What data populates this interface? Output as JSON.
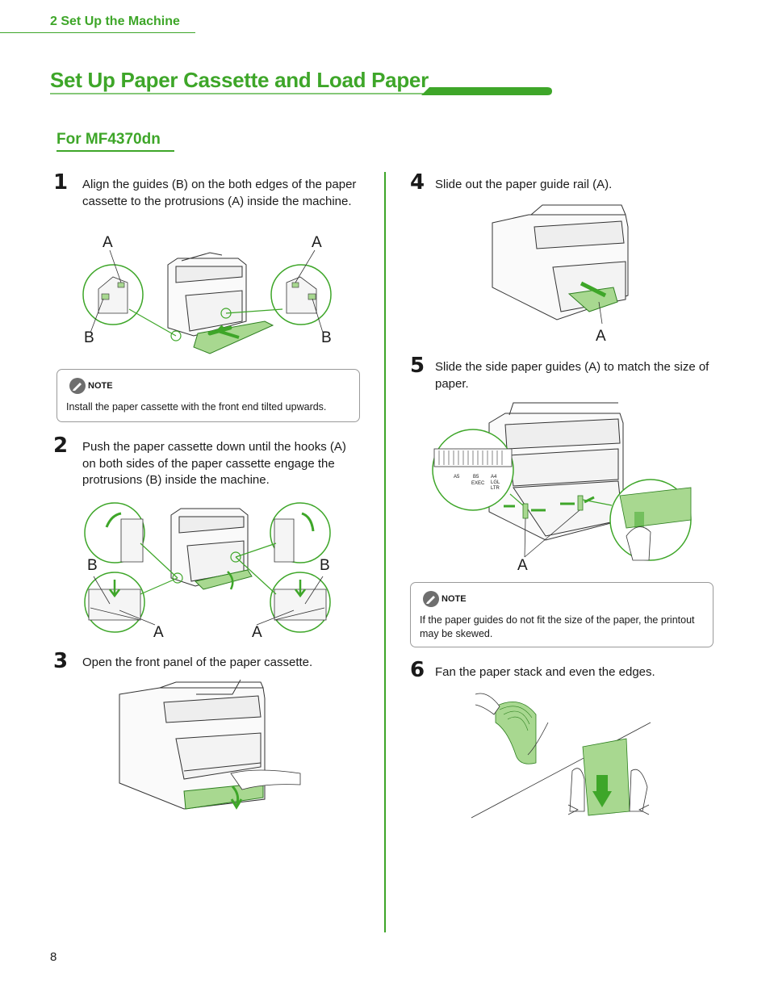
{
  "header": {
    "chapter": "2 Set Up the Machine"
  },
  "title": "Set Up Paper Cassette and Load Paper",
  "subtitle": "For MF4370dn",
  "steps": [
    {
      "num": "1",
      "text": "Align the guides (B) on the both edges of the paper cassette to the protrusions (A) inside the machine."
    },
    {
      "num": "2",
      "text": "Push the paper cassette down until the hooks (A) on both sides of the paper cassette engage the protrusions (B) inside the machine."
    },
    {
      "num": "3",
      "text": "Open the front panel of the paper cassette."
    },
    {
      "num": "4",
      "text": "Slide out the paper guide rail (A)."
    },
    {
      "num": "5",
      "text": "Slide the side paper guides (A) to match the size of paper."
    },
    {
      "num": "6",
      "text": "Fan the paper stack and even the edges."
    }
  ],
  "notes": [
    {
      "label": "NOTE",
      "text": "Install the paper cassette with the front end tilted upwards."
    },
    {
      "label": "NOTE",
      "text": "If the paper guides do not fit the size of the paper, the printout may be skewed."
    }
  ],
  "callouts": {
    "a": "A",
    "b": "B"
  },
  "paper_sizes": [
    "A5",
    "B5",
    "EXEC",
    "A4",
    "LGL",
    "LTR"
  ],
  "page_number": "8",
  "colors": {
    "accent": "#3ea629",
    "light_green": "#a8d890",
    "text": "#1a1a1a"
  }
}
